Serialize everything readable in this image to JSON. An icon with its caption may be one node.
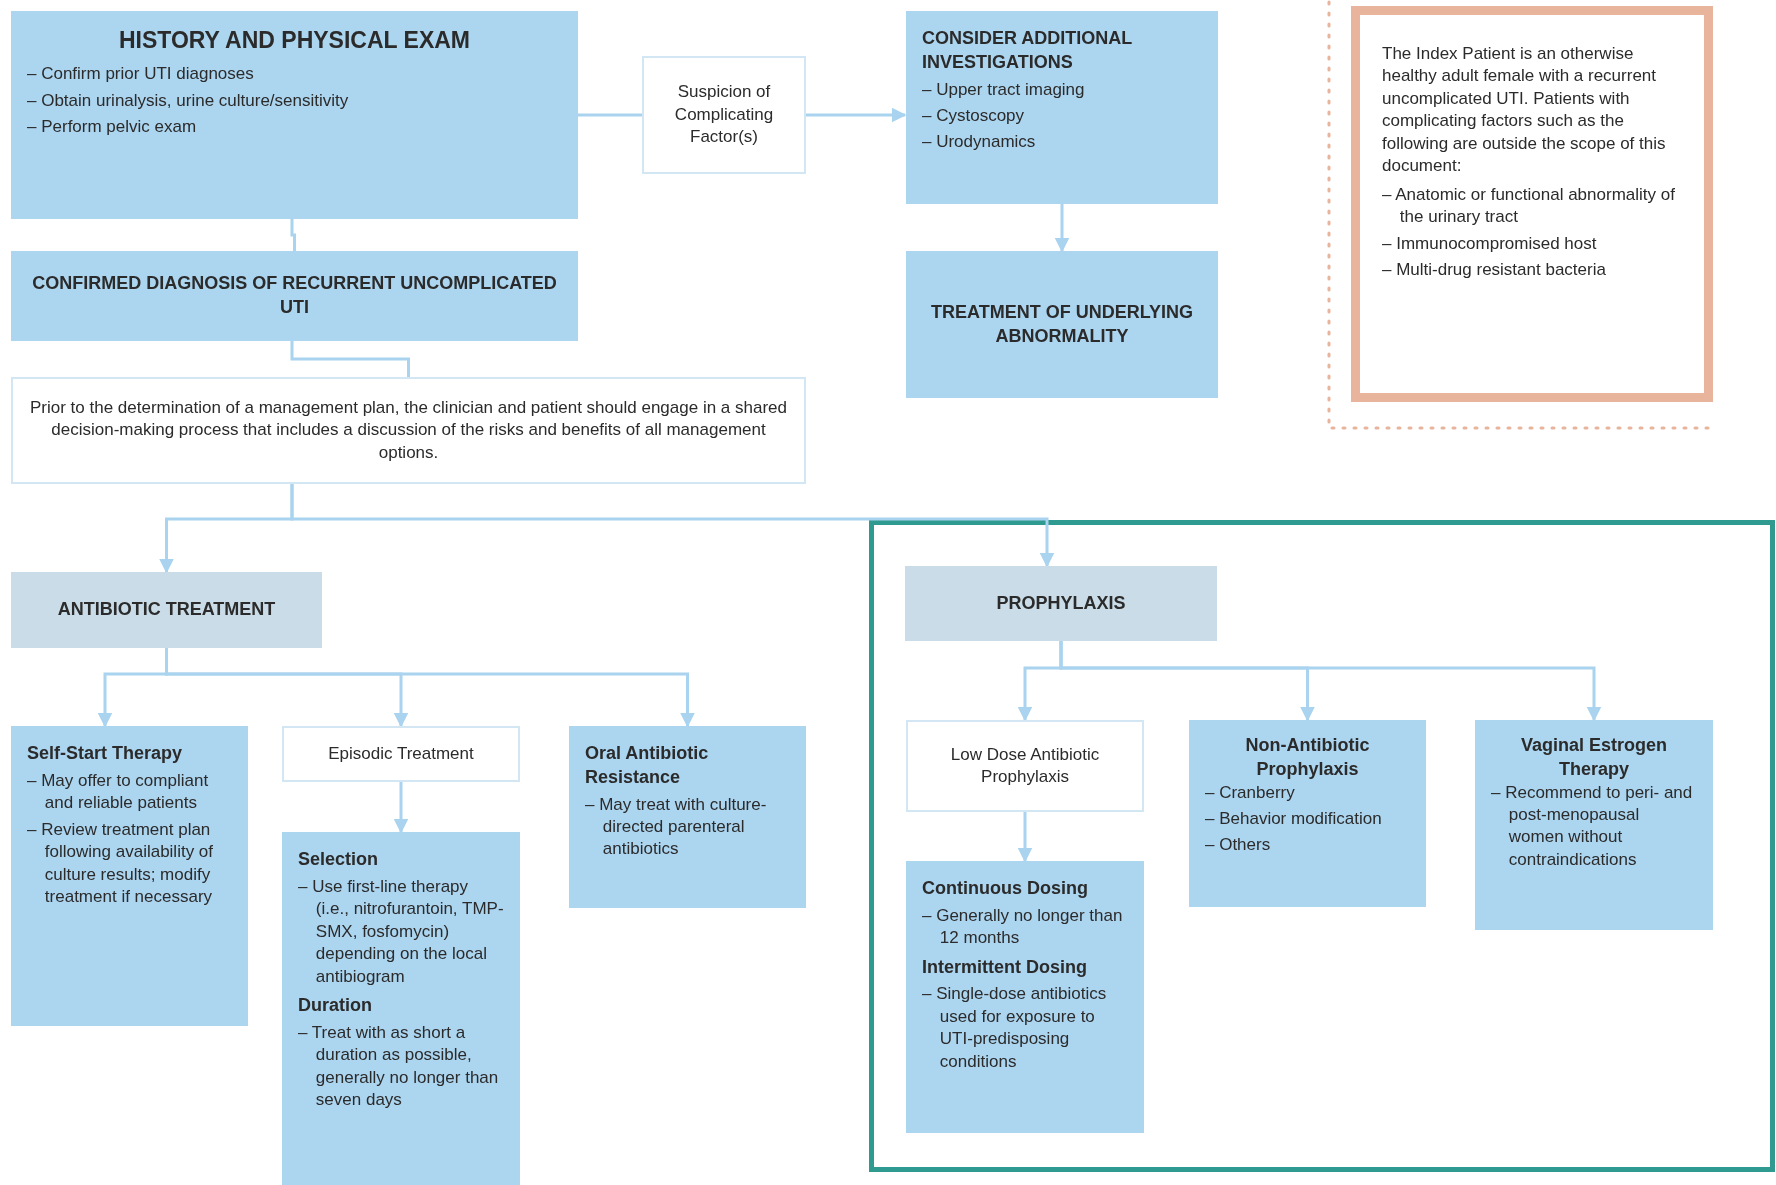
{
  "diagram": {
    "nodes": [
      {
        "text": [
          "HISTORY AND PHYSICAL EXAM",
          "– Confirm prior UTI diagnoses",
          "– Obtain urinalysis, urine culture/sensitivity",
          "– Perform pelvic exam"
        ]
      },
      {
        "text": [
          "Suspicion of Complicating Factor(s)"
        ]
      },
      {
        "text": [
          "CONSIDER ADDITIONAL INVESTIGATIONS",
          "– Upper tract imaging",
          "– Cystoscopy",
          "– Urodynamics"
        ]
      },
      {
        "text": [
          "TREATMENT OF UNDERLYING ABNORMALITY"
        ]
      },
      {
        "text": [
          "The Index Patient is an otherwise healthy adult female with a recurrent uncomplicated UTI. Patients with complicating factors such as the following are outside the scope of this document:",
          "– Anatomic or functional abnormality of the urinary tract",
          "– Immunocompromised host",
          "– Multi-drug resistant bacteria"
        ]
      },
      {
        "text": [
          "CONFIRMED DIAGNOSIS OF RECURRENT UNCOMPLICATED UTI"
        ]
      },
      {
        "text": [
          "Prior to the determination of a management plan, the clinician and patient should engage in a shared decision-making process that includes a discussion of the risks and benefits of all management options."
        ]
      },
      {
        "text": [
          "ANTIBIOTIC TREATMENT"
        ]
      },
      {
        "text": [
          "PROPHYLAXIS"
        ]
      },
      {
        "text": [
          "Self-Start Therapy",
          "– May offer to compliant and reliable patients",
          "– Review treatment plan following availability of culture results; modify treatment if necessary"
        ]
      },
      {
        "text": [
          "Episodic Treatment"
        ]
      },
      {
        "text": [
          "Selection",
          "– Use first-line therapy (i.e., nitrofurantoin, TMP-SMX, fosfomycin) depending on the local antibiogram",
          "Duration",
          "– Treat with as short a duration as possible, generally no longer than seven days"
        ]
      },
      {
        "text": [
          "Oral Antibiotic Resistance",
          "– May treat with culture-directed parenteral antibiotics"
        ]
      },
      {
        "text": [
          "Low Dose Antibiotic Prophylaxis"
        ]
      },
      {
        "text": [
          "Continuous Dosing",
          "– Generally no longer than 12 months",
          "Intermittent Dosing",
          "– Single-dose antibiotics used for exposure to UTI-predisposing conditions"
        ]
      },
      {
        "text": [
          "Non-Antibiotic Prophylaxis",
          "– Cranberry",
          "– Behavior modification",
          "– Others"
        ]
      },
      {
        "text": [
          "Vaginal Estrogen Therapy",
          "– Recommend to peri- and post-menopausal women without contraindications"
        ]
      }
    ],
    "edges": [
      {
        "from": 0,
        "to": 1,
        "arrow": "none"
      },
      {
        "from": 1,
        "to": 2,
        "arrow": "to"
      },
      {
        "from": 2,
        "to": 3,
        "arrow": "to"
      },
      {
        "from": 0,
        "to": 5,
        "arrow": "none"
      },
      {
        "from": 5,
        "to": 6,
        "arrow": "none"
      },
      {
        "from": 6,
        "to": 7,
        "arrow": "to"
      },
      {
        "from": 6,
        "to": 8,
        "arrow": "to"
      },
      {
        "from": 7,
        "to": 9,
        "arrow": "to"
      },
      {
        "from": 7,
        "to": 10,
        "arrow": "to"
      },
      {
        "from": 7,
        "to": 12,
        "arrow": "to"
      },
      {
        "from": 10,
        "to": 11,
        "arrow": "to"
      },
      {
        "from": 8,
        "to": 13,
        "arrow": "to"
      },
      {
        "from": 8,
        "to": 15,
        "arrow": "to"
      },
      {
        "from": 8,
        "to": 16,
        "arrow": "to"
      },
      {
        "from": 13,
        "to": 14,
        "arrow": "to"
      }
    ]
  }
}
